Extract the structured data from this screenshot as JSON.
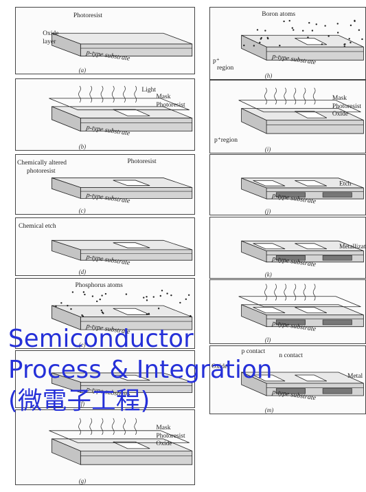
{
  "title": {
    "line1": "Semiconductor",
    "line2": "Process & Integration",
    "line3": "(微電子工程)"
  },
  "panels": [
    {
      "id": "a",
      "caption": "(a)",
      "substrate": "p-type substrate",
      "hasOxideTop": true,
      "labels": [
        {
          "text": "Photoresist",
          "kind": "photoresist"
        },
        {
          "text": "Oxide",
          "kind": "oxide1"
        },
        {
          "text": "layer",
          "kind": "oxide2"
        }
      ]
    },
    {
      "id": "b",
      "caption": "(b)",
      "substrate": "p-type substrate",
      "hasMask": true,
      "hasLight": true,
      "window": true,
      "labels": [
        {
          "text": "Light",
          "kind": "light"
        },
        {
          "text": "Mask",
          "kind": "mask"
        },
        {
          "text": "Photoresist",
          "kind": "photoresist2"
        }
      ]
    },
    {
      "id": "c",
      "caption": "(c)",
      "substrate": "p-type substrate",
      "window": true,
      "labels": [
        {
          "text": "Chemically altered",
          "kind": "chem1"
        },
        {
          "text": "photoresist",
          "kind": "chem2"
        },
        {
          "text": "Photoresist",
          "kind": "pr-top"
        }
      ]
    },
    {
      "id": "d",
      "caption": "(d)",
      "substrate": "p-type substrate",
      "window": true,
      "labels": [
        {
          "text": "Chemical etch",
          "kind": "chemetch"
        }
      ]
    },
    {
      "id": "e",
      "caption": "(e)",
      "substrate": "p-type substrate",
      "window": true,
      "dots": true,
      "labels": [
        {
          "text": "Phosphorus atoms",
          "kind": "atoms"
        }
      ]
    },
    {
      "id": "f",
      "caption": "(f)",
      "substrate": "p-type substrate",
      "window": true,
      "labels": []
    },
    {
      "id": "g",
      "caption": "(g)",
      "substrate": "",
      "hasMask": true,
      "hasLight": true,
      "window": true,
      "labels": [
        {
          "text": "Mask",
          "kind": "mask"
        },
        {
          "text": "Photoresist",
          "kind": "photoresist2"
        },
        {
          "text": "Oxide",
          "kind": "oxide-r"
        }
      ]
    },
    {
      "id": "h",
      "caption": "(h)",
      "substrate": "p-type substrate",
      "window": true,
      "dots": true,
      "labels": [
        {
          "text": "Boron atoms",
          "kind": "atoms"
        },
        {
          "text": "p⁺",
          "kind": "pplus"
        },
        {
          "text": "region",
          "kind": "pregion"
        }
      ]
    },
    {
      "id": "i",
      "caption": "(i)",
      "substrate": "",
      "hasMask": true,
      "hasLight": true,
      "window": true,
      "labels": [
        {
          "text": "Mask",
          "kind": "mask"
        },
        {
          "text": "Photoresist",
          "kind": "photoresist2"
        },
        {
          "text": "Oxide",
          "kind": "oxide-r"
        },
        {
          "text": "p⁺region",
          "kind": "pregion2"
        }
      ]
    },
    {
      "id": "j",
      "caption": "(j)",
      "substrate": "p-type substrate",
      "window": true,
      "twoWindows": true,
      "labels": [
        {
          "text": "Etch",
          "kind": "side"
        }
      ]
    },
    {
      "id": "k",
      "caption": "(k)",
      "substrate": "p-type substrate",
      "window": true,
      "twoWindows": true,
      "labels": [
        {
          "text": "Metallization",
          "kind": "side"
        }
      ]
    },
    {
      "id": "l",
      "caption": "(l)",
      "substrate": "p-type substrate",
      "hasMask": true,
      "hasLight": true,
      "window": true,
      "twoWindows": true,
      "labels": []
    },
    {
      "id": "m",
      "caption": "(m)",
      "substrate": "p-type substrate",
      "window": true,
      "twoWindows": true,
      "labels": [
        {
          "text": "p contact",
          "kind": "pcontact"
        },
        {
          "text": "n contact",
          "kind": "ncontact"
        },
        {
          "text": "Oxide",
          "kind": "oxide-l"
        },
        {
          "text": "Metal",
          "kind": "metal"
        }
      ]
    }
  ],
  "colors": {
    "title": "#2530d8",
    "line": "#222222",
    "oxide": "#e9e9e9",
    "substrate": "#d4d4d4",
    "well": "#777777"
  }
}
